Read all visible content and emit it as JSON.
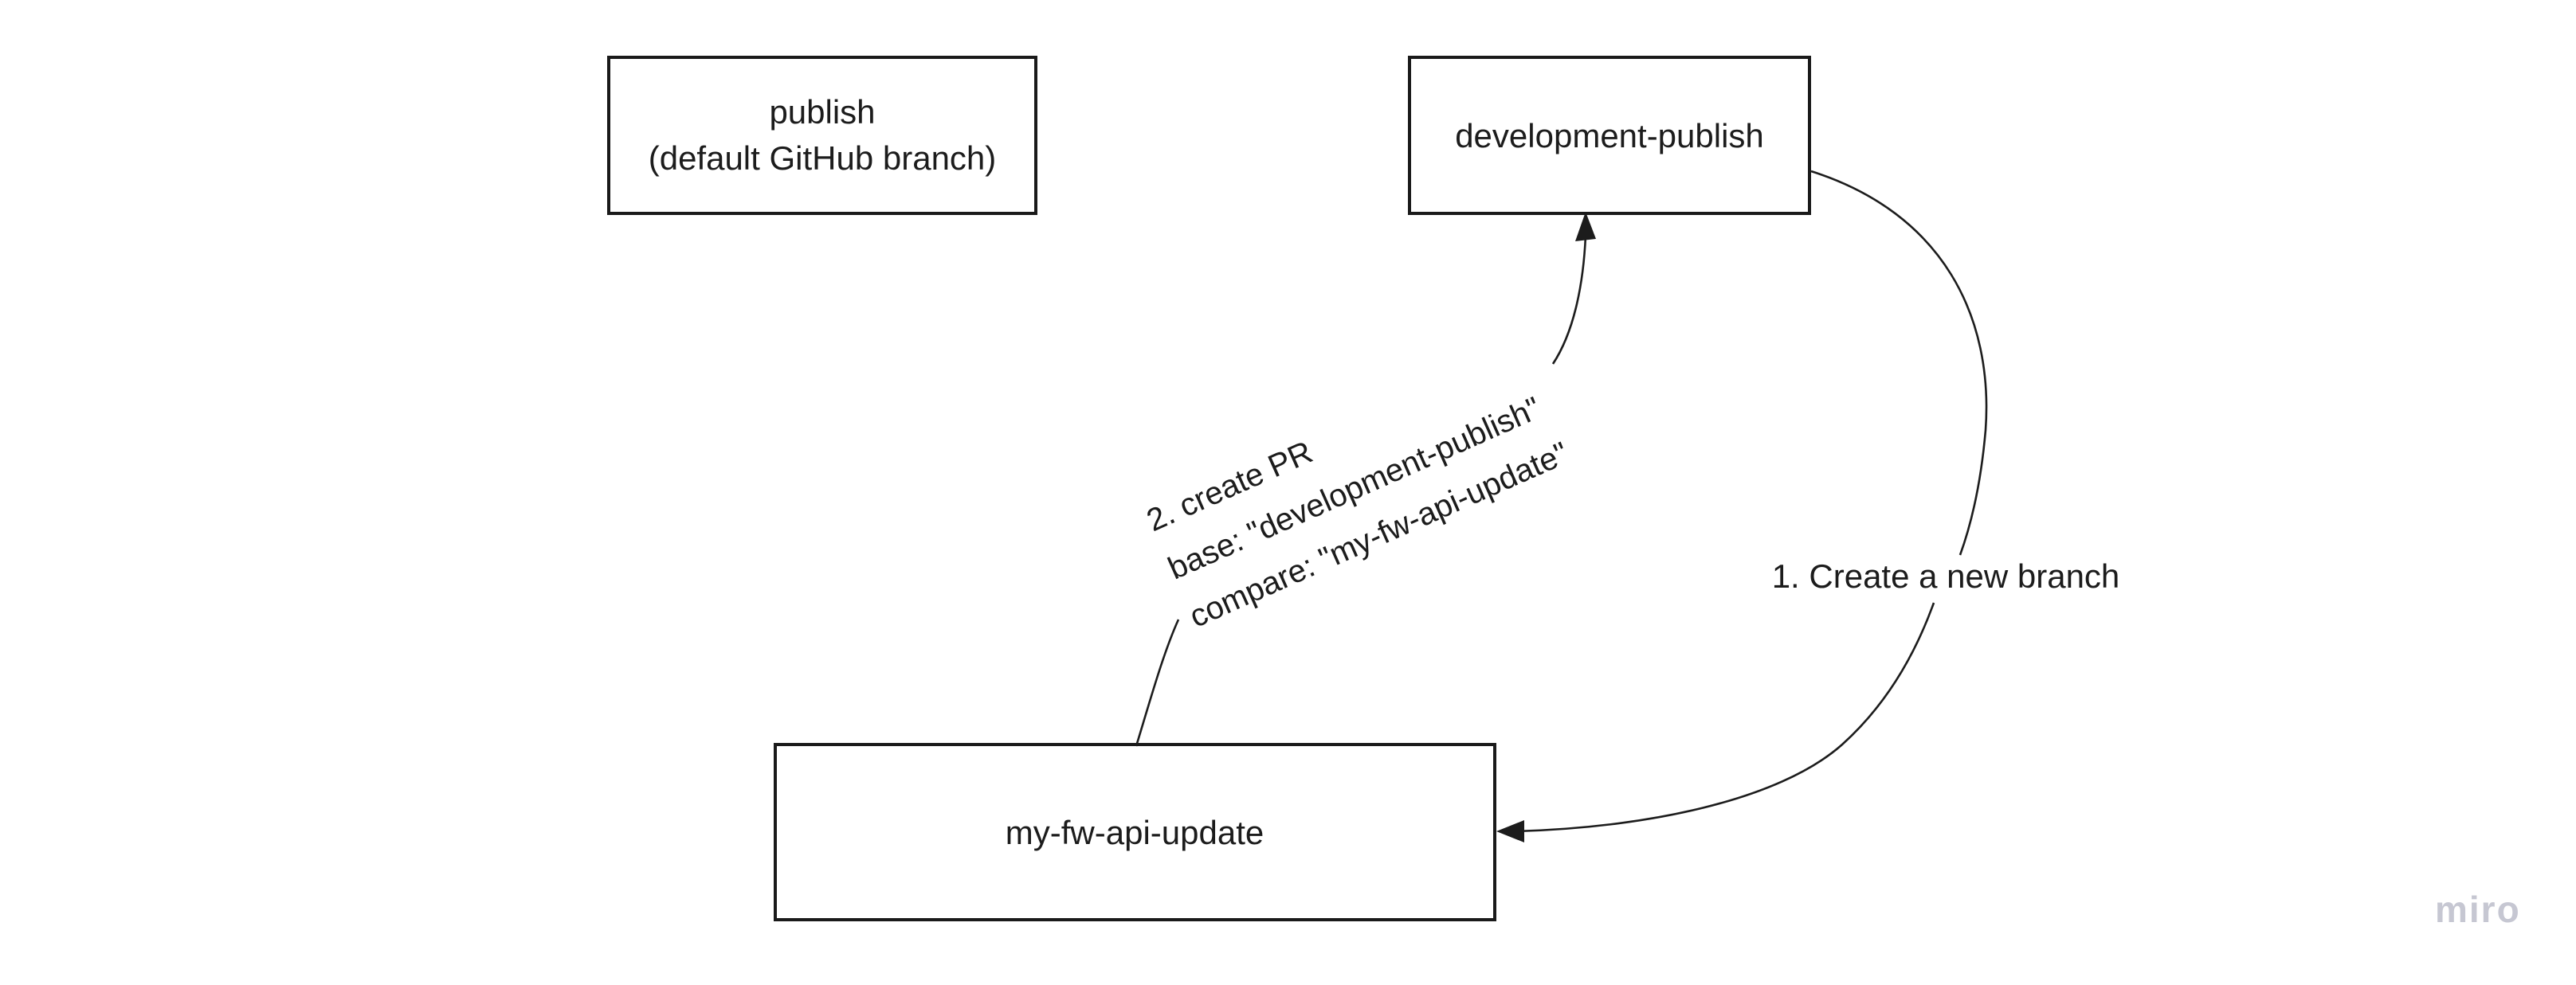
{
  "canvas": {
    "background_color": "#ffffff",
    "ink_color": "#1c1c1c",
    "watermark_color": "#c6c7d2"
  },
  "nodes": {
    "publish": {
      "label_line1": "publish",
      "label_line2": "(default GitHub branch)"
    },
    "development_publish": {
      "label": "development-publish"
    },
    "my_fw_api_update": {
      "label": "my-fw-api-update"
    }
  },
  "connectors": {
    "create_branch": {
      "label": "1. Create a new branch"
    },
    "create_pr": {
      "label_line1": "2. create PR",
      "label_line2": "base: \"development-publish\"",
      "label_line3": "compare: \"my-fw-api-update\""
    }
  },
  "watermark": {
    "label": "miro"
  }
}
